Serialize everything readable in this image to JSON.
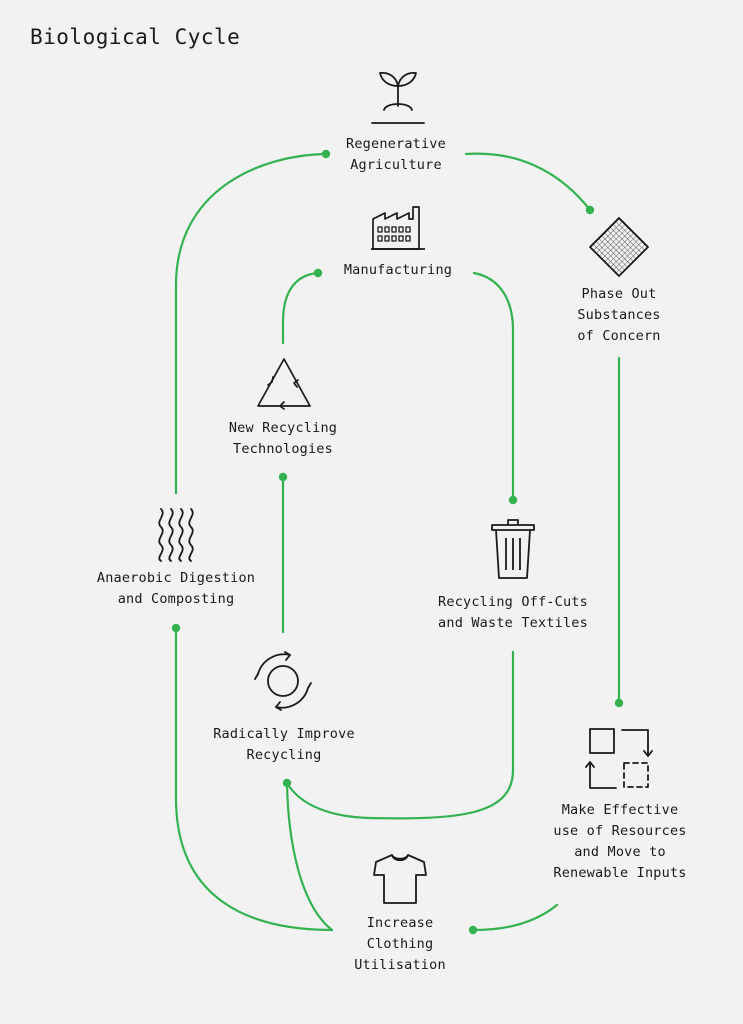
{
  "title": "Biological Cycle",
  "colors": {
    "flow": "#33b24f",
    "ink": "#1a1a1a",
    "background": "#f2f2f2"
  },
  "nodes": {
    "regenerative_agriculture": {
      "lines": [
        "Regenerative",
        "Agriculture"
      ],
      "icon": "sprout-icon"
    },
    "phase_out": {
      "lines": [
        "Phase Out",
        "Substances",
        "of Concern"
      ],
      "icon": "diamond-mesh-icon"
    },
    "manufacturing": {
      "lines": [
        "Manufacturing"
      ],
      "icon": "factory-icon"
    },
    "new_recycling": {
      "lines": [
        "New Recycling",
        "Technologies"
      ],
      "icon": "recycle-triangle-icon"
    },
    "recycling_offcuts": {
      "lines": [
        "Recycling Off-Cuts",
        "and Waste Textiles"
      ],
      "icon": "trash-bin-icon"
    },
    "anaerobic": {
      "lines": [
        "Anaerobic Digestion",
        "and Composting"
      ],
      "icon": "wavy-lines-icon"
    },
    "radically_improve": {
      "lines": [
        "Radically Improve",
        "Recycling"
      ],
      "icon": "circular-arrows-icon"
    },
    "effective_use": {
      "lines": [
        "Make Effective",
        "use of Resources",
        "and Move to",
        "Renewable Inputs"
      ],
      "icon": "resource-squares-icon"
    },
    "clothing": {
      "lines": [
        "Increase",
        "Clothing",
        "Utilisation"
      ],
      "icon": "tshirt-icon"
    }
  }
}
